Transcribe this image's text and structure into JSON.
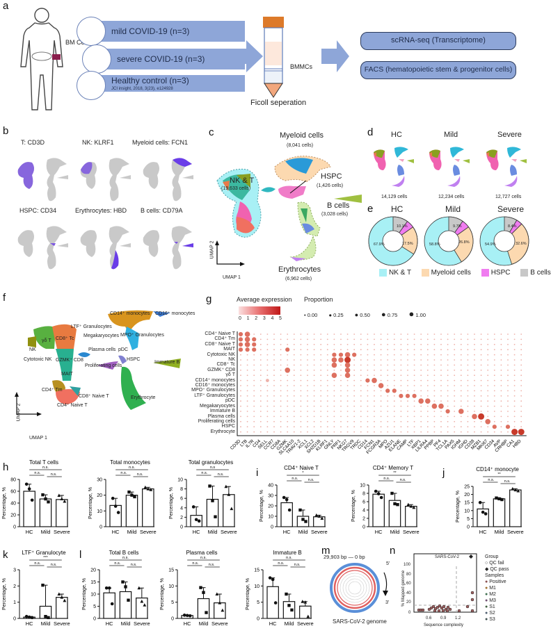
{
  "panel_labels": {
    "a": "a",
    "b": "b",
    "c": "c",
    "d": "d",
    "e": "e",
    "f": "f",
    "g": "g",
    "h": "h",
    "i": "i",
    "j": "j",
    "k": "k",
    "l": "l",
    "m": "m",
    "n": "n"
  },
  "panel_a": {
    "bm_cells": "BM Cells",
    "cohorts": [
      "mild COVID-19 (n=3)",
      "severe COVID-19 (n=3)",
      "Healthy control (n=3)"
    ],
    "citation": "JCI insight, 2018, 3(23), e124928",
    "tube_label": "BMMCs",
    "ficoll": "Ficoll seperation",
    "outputs": [
      "scRNA-seq (Transcriptome)",
      "FACS (hematopoietic stem & progenitor cells)"
    ]
  },
  "panel_b": {
    "markers": [
      "T: CD3D",
      "NK: KLRF1",
      "Myeloid cells: FCN1",
      "HSPC: CD34",
      "Erythrocytes: HBD",
      "B cells: CD79A"
    ]
  },
  "panel_c": {
    "clusters": [
      {
        "name": "NK & T",
        "count": "(19,633 cells)"
      },
      {
        "name": "Myeloid cells",
        "count": "(8,041 cells)"
      },
      {
        "name": "HSPC",
        "count": "(1,426 cells)"
      },
      {
        "name": "B cells",
        "count": "(3,028 cells)"
      },
      {
        "name": "Erythrocytes",
        "count": "(6,962 cells)"
      }
    ],
    "axis_x": "UMAP 1",
    "axis_y": "UMAP 2"
  },
  "panel_d": {
    "groups": [
      {
        "name": "HC",
        "cells": "14,129 cells"
      },
      {
        "name": "Mild",
        "cells": "12,234 cells"
      },
      {
        "name": "Severe",
        "cells": "12,727 cells"
      }
    ]
  },
  "panel_f": {
    "labels": [
      "CD14⁺ monocytes",
      "CD16⁺ monocytes",
      "LTF⁺ Granulocytes",
      "MPO⁺ Granulocytes",
      "Megakaryocytes",
      "CD8⁺ Tc",
      "γδ T",
      "NK",
      "Cytotoxic NK",
      "GZMK⁺ CD8",
      "Plasma cells",
      "pDC",
      "HSPC",
      "Proliferating cells",
      "Immature B",
      "MAIT",
      "CD4⁺ Tm",
      "CD8⁺ Naive T",
      "CD4⁺ Naive T",
      "Erythrocyte"
    ],
    "axis_x": "UMAP 1",
    "axis_y": "UMAP 2"
  },
  "chart_data": [
    {
      "id": "e",
      "type": "pie",
      "title": "Cell composition by group (donut)",
      "legend": [
        "NK & T",
        "Myeloid cells",
        "HSPC",
        "B cells"
      ],
      "colors": [
        "#a8f0f5",
        "#fcd9b0",
        "#f07cf0",
        "#c8c8c8"
      ],
      "series": [
        {
          "name": "HC",
          "values": [
            67.9,
            17.5,
            4.5,
            10.1
          ],
          "labels": [
            "67.9%",
            "17.5%",
            "4.5%",
            "10.1%"
          ]
        },
        {
          "name": "Mild",
          "values": [
            58.8,
            26.8,
            4.7,
            9.7
          ],
          "labels": [
            "58.8%",
            "26.8%",
            "4.7%",
            "9.7%"
          ]
        },
        {
          "name": "Severe",
          "values": [
            54.9,
            32.6,
            4.1,
            8.4
          ],
          "labels": [
            "54.9%",
            "32.6%",
            "4.1%",
            "8.4%"
          ]
        }
      ]
    },
    {
      "id": "g",
      "type": "scatter",
      "title": "Dot plot of marker genes",
      "legend_expression": {
        "title": "Average expression",
        "ticks": [
          "0",
          "1",
          "2",
          "3",
          "4",
          "5"
        ]
      },
      "legend_proportion": {
        "title": "Proportion",
        "ticks": [
          "0.00",
          "0.25",
          "0.50",
          "0.75",
          "1.00"
        ]
      },
      "rows": [
        "CD4⁺ Naive T",
        "CD4⁺ Tm",
        "CD8⁺ Naive T",
        "MAIT",
        "Cytotoxic NK",
        "NK",
        "CD8⁺ Tc",
        "GZMK⁺ CD8",
        "γδ T",
        "CD14⁺ monocytes",
        "CD16⁺ monocytes",
        "MPO⁺ Granulocytes",
        "LTF⁺ Granulocytes",
        "pDC",
        "Megakaryocytes",
        "Immature B",
        "Plasma cells",
        "Proliferating cells",
        "HSPC",
        "Erythrocyte"
      ],
      "genes": [
        "CD3D",
        "LTB",
        "IL7R",
        "CD4",
        "SELL",
        "CCR7",
        "CD8A",
        "GZMK",
        "SLC4A10",
        "TRAV1-2",
        "XCL1",
        "XCL2",
        "SH2D1B",
        "KLRF1",
        "GNLY",
        "PRF1",
        "NKG7",
        "TRGV9",
        "TRDC",
        "CD14",
        "FCN1",
        "FCGR3A",
        "MPO",
        "AZU1",
        "ELANE",
        "CAMP",
        "LTF",
        "XBP1",
        "LILRA4",
        "PPBP",
        "PF4",
        "TCL1A",
        "PAX5",
        "IGHM",
        "IGHD",
        "CD38",
        "MZB1",
        "MKI67",
        "CD34",
        "AVP",
        "CRHBP",
        "CA1",
        "HBD"
      ]
    },
    {
      "id": "h1",
      "type": "bar",
      "title": "Total T cells",
      "categories": [
        "HC",
        "Mild",
        "Severe"
      ],
      "values": [
        60,
        47,
        46
      ],
      "ylabel": "Percentage, %",
      "ylim": [
        0,
        80
      ],
      "yticks": [
        0,
        20,
        40,
        60,
        80
      ],
      "points": [
        [
          72,
          64,
          45
        ],
        [
          54,
          47,
          42
        ],
        [
          53,
          47,
          43
        ]
      ],
      "sig": [
        "n.s.",
        "n.s.",
        "n.s."
      ]
    },
    {
      "id": "h2",
      "type": "bar",
      "title": "Total monocytes",
      "categories": [
        "HC",
        "Mild",
        "Severe"
      ],
      "values": [
        13.5,
        20,
        24
      ],
      "ylabel": "Percentage, %",
      "ylim": [
        0,
        30
      ],
      "yticks": [
        0,
        10,
        20,
        30
      ],
      "points": [
        [
          18,
          13,
          9
        ],
        [
          22,
          20,
          19
        ],
        [
          25,
          24,
          23.5
        ]
      ],
      "sig": [
        "n.s.",
        "n.s.",
        "n.s."
      ]
    },
    {
      "id": "h3",
      "type": "bar",
      "title": "Total granulocytes",
      "categories": [
        "HC",
        "Mild",
        "Severe"
      ],
      "values": [
        2.4,
        5.8,
        6.8
      ],
      "ylabel": "Percentage, %",
      "ylim": [
        0,
        10
      ],
      "yticks": [
        0,
        2,
        4,
        6,
        8,
        10
      ],
      "points": [
        [
          4.2,
          1.5,
          1.2
        ],
        [
          8.6,
          5.5,
          2.1
        ],
        [
          8.5,
          6.8,
          3.8
        ]
      ],
      "sig": [
        "n.s",
        "n.s.",
        "n.s."
      ]
    },
    {
      "id": "i1",
      "type": "bar",
      "title": "CD4⁺ Naive T",
      "categories": [
        "HC",
        "Mild",
        "Severe"
      ],
      "values": [
        23,
        10,
        9.5
      ],
      "ylabel": "Percentage, %",
      "ylim": [
        0,
        40
      ],
      "yticks": [
        0,
        10,
        20,
        30,
        40
      ],
      "points": [
        [
          28,
          26,
          16
        ],
        [
          16,
          7,
          5
        ],
        [
          11,
          10,
          8
        ]
      ],
      "sig": [
        "*",
        "n.s.",
        "n.s."
      ]
    },
    {
      "id": "i2",
      "type": "bar",
      "title": "CD4⁺ Memory T",
      "categories": [
        "HC",
        "Mild",
        "Severe"
      ],
      "values": [
        7.8,
        6.3,
        4.9
      ],
      "ylabel": "Percentage, %",
      "ylim": [
        0,
        10
      ],
      "yticks": [
        0,
        2,
        4,
        6,
        8,
        10
      ],
      "points": [
        [
          8.5,
          7.9,
          7.0
        ],
        [
          8.0,
          5.5,
          5.3
        ],
        [
          5.3,
          4.9,
          4.6
        ]
      ],
      "sig": [
        "**",
        "n.s.",
        "n.s."
      ]
    },
    {
      "id": "j",
      "type": "bar",
      "title": "CD14⁺ monocyte",
      "categories": [
        "HC",
        "Mild",
        "Severe"
      ],
      "values": [
        11,
        17.3,
        22.8
      ],
      "ylabel": "Percentage, %",
      "ylim": [
        0,
        25
      ],
      "yticks": [
        0,
        5,
        10,
        15,
        20,
        25
      ],
      "points": [
        [
          15,
          9,
          8
        ],
        [
          17.8,
          17.3,
          16.8
        ],
        [
          23.5,
          22.8,
          22.2
        ]
      ],
      "sig": [
        "**",
        "n.s.",
        "n.s."
      ]
    },
    {
      "id": "k",
      "type": "bar",
      "title": "LTF⁺ Granulocyte",
      "categories": [
        "HC",
        "Mild",
        "Severe"
      ],
      "values": [
        0.08,
        0.75,
        1.3
      ],
      "ylabel": "Percentage, %",
      "ylim": [
        0,
        3
      ],
      "yticks": [
        0,
        1,
        2,
        3
      ],
      "points": [
        [
          0.12,
          0.08,
          0.05
        ],
        [
          2.05,
          0.12,
          0.05
        ],
        [
          1.5,
          1.3,
          1.1
        ]
      ],
      "sig": [
        "***",
        "n.s.",
        "n.s."
      ]
    },
    {
      "id": "l1",
      "type": "bar",
      "title": "Total B cells",
      "categories": [
        "HC",
        "Mild",
        "Severe"
      ],
      "values": [
        10.5,
        11,
        8.4
      ],
      "ylabel": "Percentage, %",
      "ylim": [
        0,
        20
      ],
      "yticks": [
        0,
        5,
        10,
        15,
        20
      ],
      "points": [
        [
          12.5,
          12.5,
          6
        ],
        [
          15,
          13,
          7.5
        ],
        [
          12.5,
          7,
          5.5
        ]
      ],
      "sig": [
        "n.s.",
        "n.s.",
        "n.s."
      ]
    },
    {
      "id": "l2",
      "type": "bar",
      "title": "Plasma cells",
      "categories": [
        "HC",
        "Mild",
        "Severe"
      ],
      "values": [
        0.9,
        6.1,
        4.8
      ],
      "ylabel": "Percentage, %",
      "ylim": [
        0,
        15
      ],
      "yticks": [
        0,
        5,
        10,
        15
      ],
      "points": [
        [
          1.0,
          0.9,
          0.8
        ],
        [
          9.5,
          8.0,
          1.8
        ],
        [
          7.5,
          4.8,
          2.5
        ]
      ],
      "sig": [
        "n.s.",
        "n.s.",
        "n.s."
      ]
    },
    {
      "id": "l3",
      "type": "bar",
      "title": "Immature B",
      "categories": [
        "HC",
        "Mild",
        "Severe"
      ],
      "values": [
        9.8,
        5.2,
        3.8
      ],
      "ylabel": "Percentage, %",
      "ylim": [
        0,
        15
      ],
      "yticks": [
        0,
        5,
        10,
        15
      ],
      "points": [
        [
          12.5,
          12,
          4.8
        ],
        [
          7.5,
          4,
          2.6
        ],
        [
          5.2,
          5,
          0.6
        ]
      ],
      "sig": [
        "n.s.",
        "n.s.",
        "n.s."
      ]
    },
    {
      "id": "n",
      "type": "scatter",
      "title": "",
      "xlabel": "Sequence complexity",
      "ylabel": "% Mapped genome",
      "xticks": [
        "0.6",
        "0.9",
        "1.2"
      ],
      "yticks": [
        "0",
        "20",
        "40",
        "60",
        "80",
        "100"
      ],
      "annotation": "SARS-CoV-2",
      "legend_group_title": "Group",
      "legend_groups": [
        "QC fail",
        "QC pass"
      ],
      "legend_samples_title": "Samples",
      "legend_samples": [
        "Positive",
        "M1",
        "M2",
        "M3",
        "S1",
        "S2",
        "S3"
      ]
    }
  ],
  "panel_m": {
    "start": "29,903 bp",
    "end": "0 bp",
    "five": "5'",
    "three": "3'",
    "caption": "SARS-CoV-2 genome"
  },
  "bar_axis": {
    "x_labels": [
      "HC",
      "Mild",
      "Severe"
    ],
    "ylabel": "Percentage, %"
  }
}
